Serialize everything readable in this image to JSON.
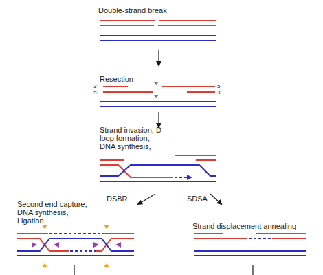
{
  "diagram": {
    "labels": [
      "Double-strand break",
      "Resection",
      "3'",
      "3'",
      "5'",
      "5'",
      "3'",
      "3'",
      "Strand invasion, D-loop formation, DNA synthesis,",
      "DSBR",
      "SDSA",
      "Second end capture, DNA synthesis, Ligation",
      "Strand displacement annealing"
    ]
  }
}
